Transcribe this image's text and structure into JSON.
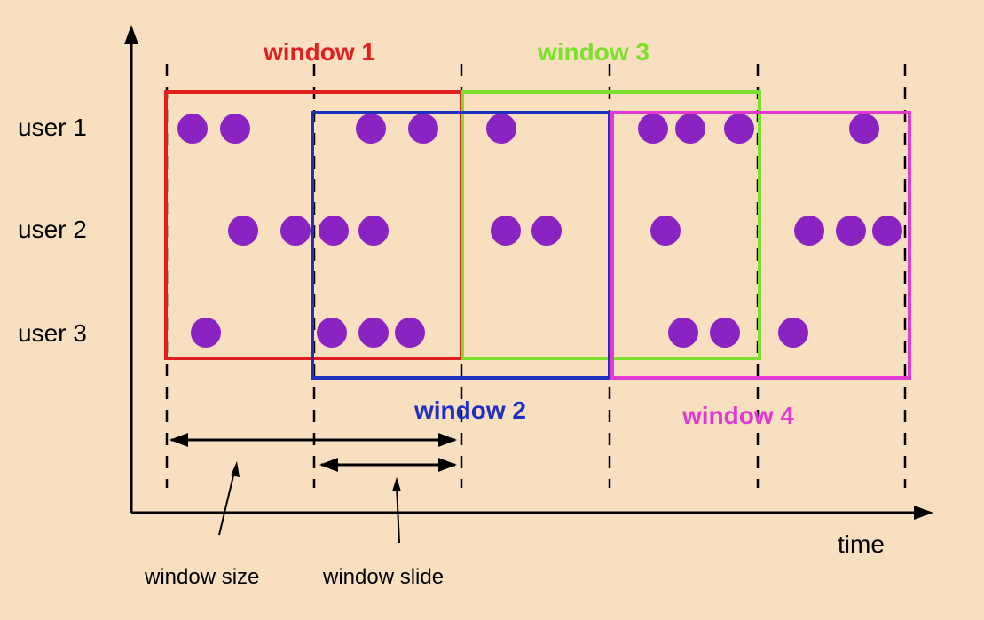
{
  "diagram": {
    "rows": [
      "user 1",
      "user 2",
      "user 3"
    ],
    "axis_label": "time",
    "windows": [
      {
        "label": "window 1",
        "color": "#e02020"
      },
      {
        "label": "window 2",
        "color": "#1f2fc0"
      },
      {
        "label": "window 3",
        "color": "#7ee02e"
      },
      {
        "label": "window 4",
        "color": "#e23ad0"
      }
    ],
    "annotations": {
      "window_size": "window size",
      "window_slide": "window slide"
    },
    "event_color": "#8b22c2",
    "background_color": "#f8dfc0"
  }
}
